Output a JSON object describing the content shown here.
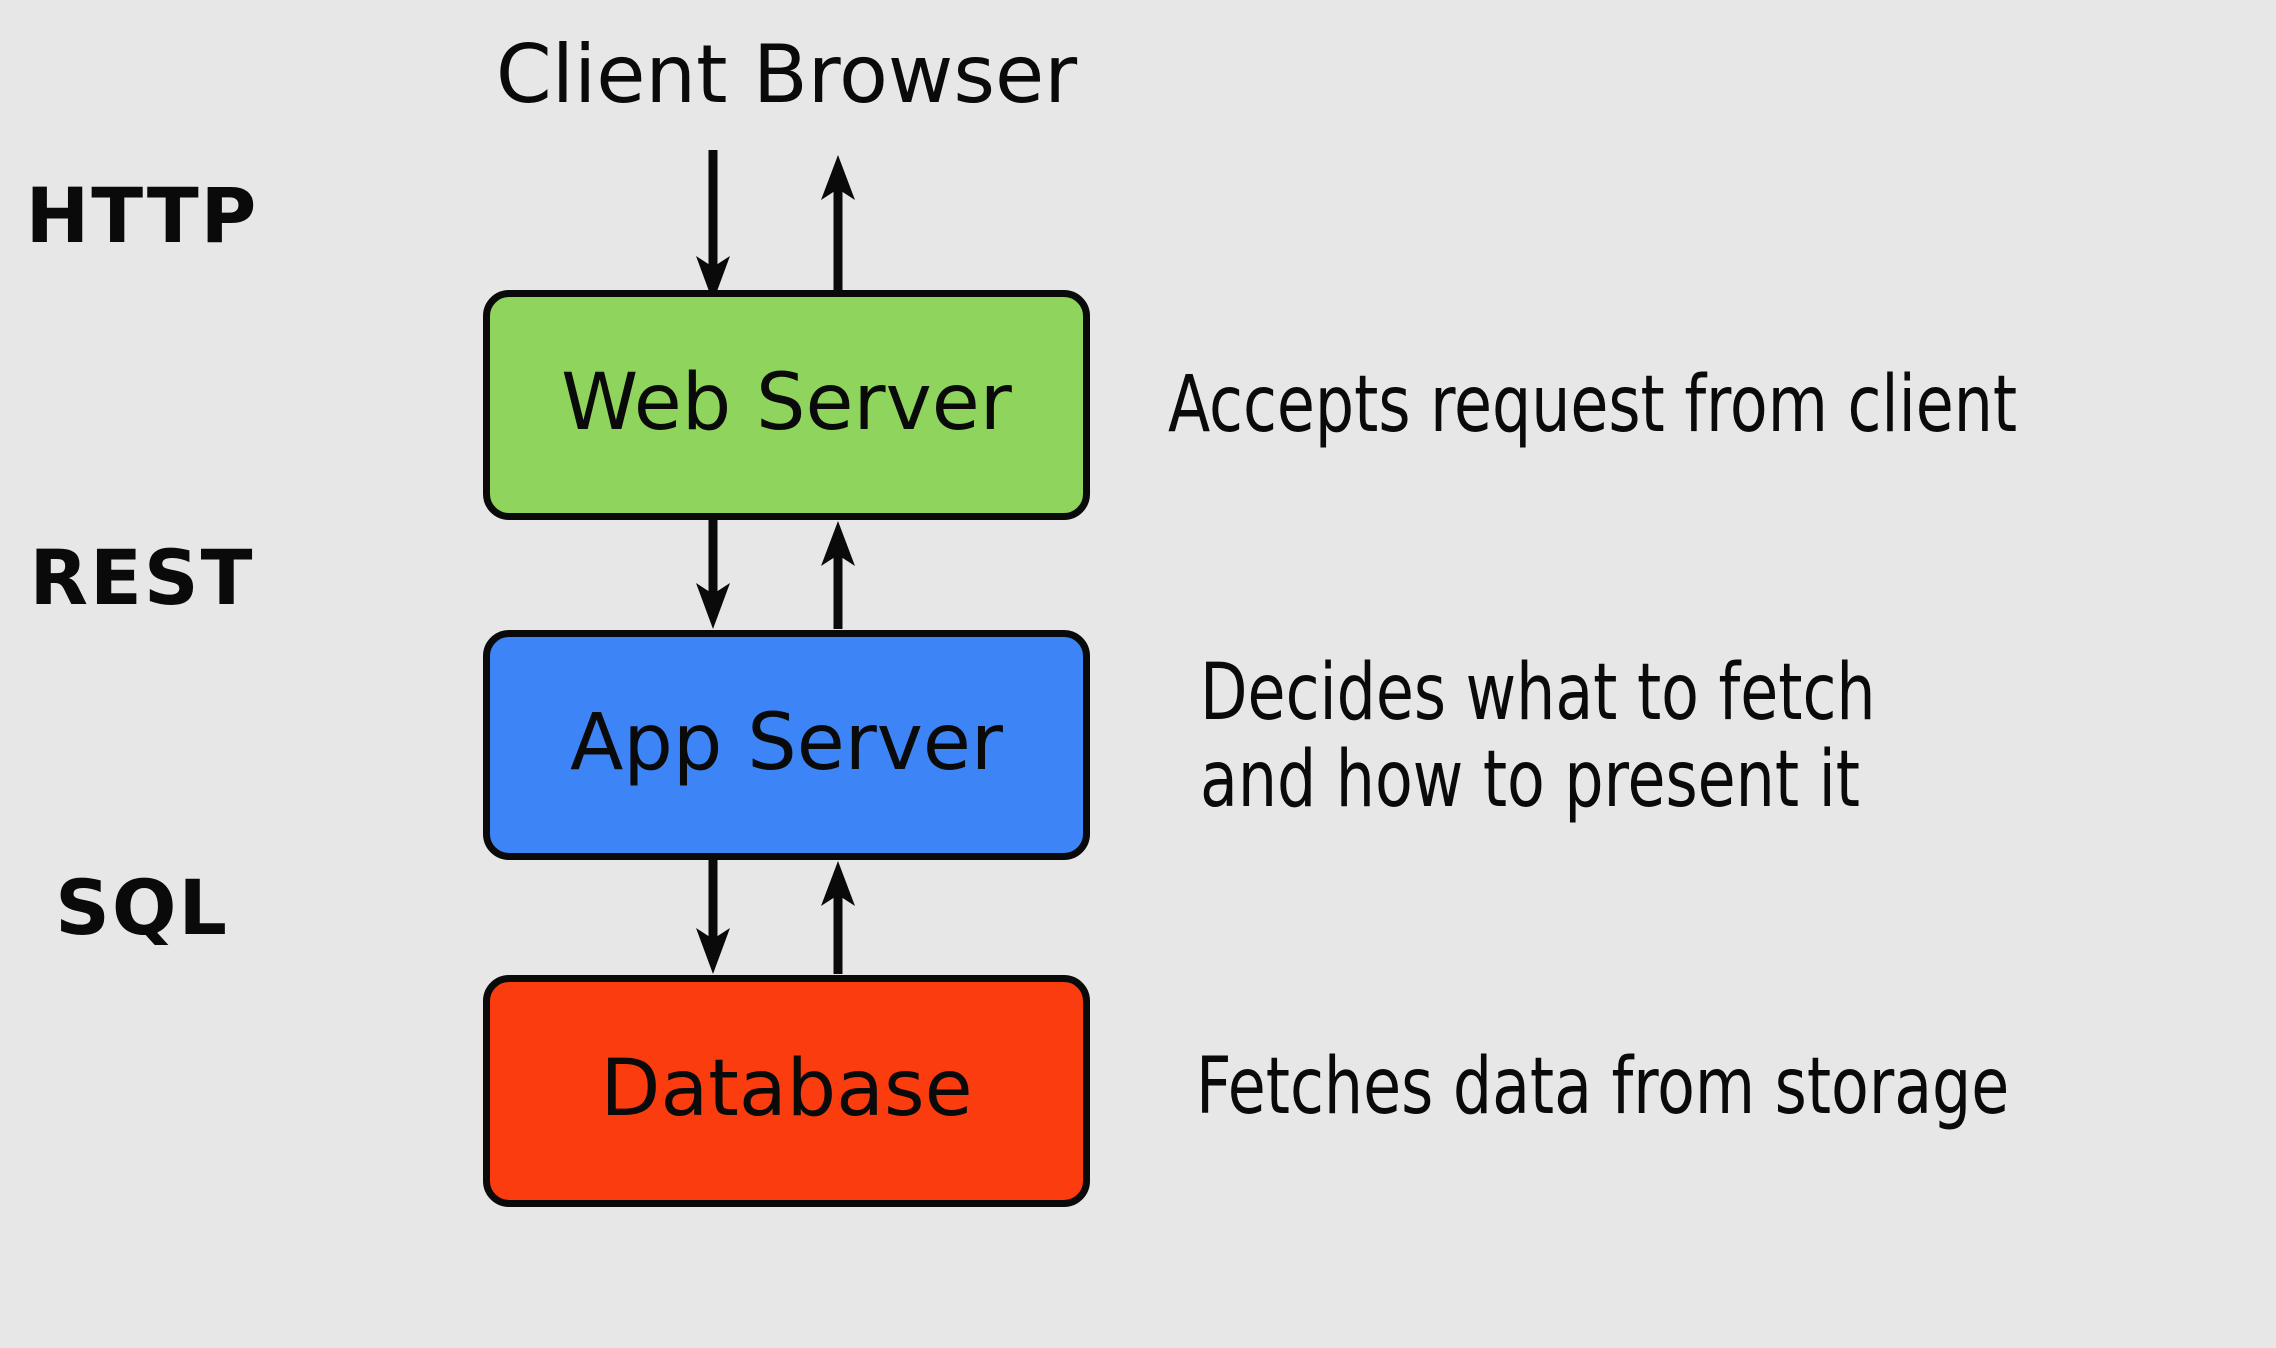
{
  "diagram": {
    "title_node": "Client Browser",
    "background_color": "#e7e7e7",
    "protocols": [
      {
        "key": "http",
        "label": "HTTP"
      },
      {
        "key": "rest",
        "label": "REST"
      },
      {
        "key": "sql",
        "label": "SQL"
      }
    ],
    "nodes": [
      {
        "key": "web",
        "label": "Web Server",
        "color": "#8ed45d",
        "description": "Accepts request from client"
      },
      {
        "key": "app",
        "label": "App Server",
        "color": "#3d85f7",
        "description": "Decides what to fetch\nand how to present it"
      },
      {
        "key": "db",
        "label": "Database",
        "color": "#fa3c0e",
        "description": "Fetches data from storage"
      }
    ],
    "connections": [
      {
        "key": "browser-to-web",
        "protocol": "HTTP",
        "down_arrow": true,
        "up_arrow": true
      },
      {
        "key": "web-to-app",
        "protocol": "REST",
        "down_arrow": true,
        "up_arrow": true
      },
      {
        "key": "app-to-db",
        "protocol": "SQL",
        "down_arrow": true,
        "up_arrow": true
      }
    ],
    "stroke_color": "#0a0a0a"
  }
}
